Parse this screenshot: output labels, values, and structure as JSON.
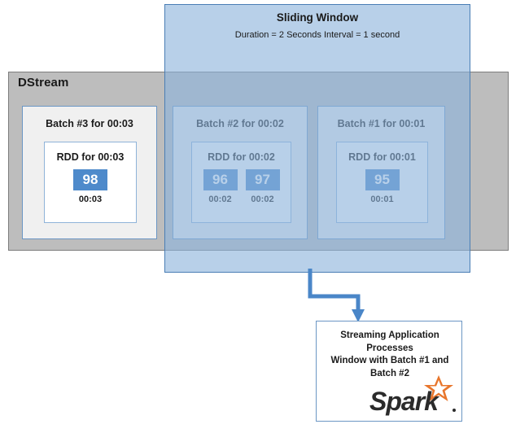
{
  "diagram": {
    "dstream": {
      "title": "DStream"
    },
    "sliding_window": {
      "title": "Sliding Window",
      "details": "Duration = 2 Seconds\nInterval = 1 second"
    },
    "batches": [
      {
        "id": "batch-3",
        "label": "Batch #3 for 00:03",
        "rdd": {
          "label": "RDD for 00:03",
          "cells": [
            {
              "value": "98",
              "time": "00:03"
            }
          ]
        }
      },
      {
        "id": "batch-2",
        "label": "Batch #2 for 00:02",
        "rdd": {
          "label": "RDD for 00:02",
          "cells": [
            {
              "value": "96",
              "time": "00:02"
            },
            {
              "value": "97",
              "time": "00:02"
            }
          ]
        }
      },
      {
        "id": "batch-1",
        "label": "Batch #1 for 00:01",
        "rdd": {
          "label": "RDD for 00:01",
          "cells": [
            {
              "value": "95",
              "time": "00:01"
            }
          ]
        }
      }
    ],
    "app_box": {
      "text": "Streaming Application Processes\nWindow with Batch #1 and Batch #2",
      "logo_name": "spark-logo",
      "logo_wordmark": "Spark"
    },
    "colors": {
      "dstream_fill": "#bdbdbd",
      "dstream_border": "#7d7d7d",
      "window_fill": "rgba(141,179,219,0.62)",
      "window_border": "#4a7eb5",
      "batch_fill": "#f0f0f0",
      "batch_border": "#6b96c4",
      "rdd_fill": "#ffffff",
      "rdd_border": "#8fb3d9",
      "cell_fill": "#4e8acb",
      "cell_text": "#ffffff",
      "arrow": "#4a86c8",
      "spark_text": "#2b2b2b",
      "spark_star": "#e8762c"
    }
  }
}
